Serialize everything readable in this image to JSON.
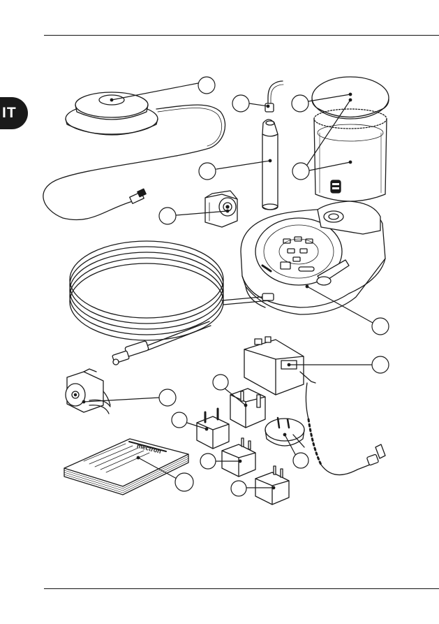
{
  "language_tab": {
    "label": "IT"
  },
  "manual": {
    "brand_label": "mectron"
  },
  "colors": {
    "ink": "#1a1a1a",
    "paper": "#ffffff",
    "tab_bg": "#1a1a1a"
  },
  "callouts": [
    {
      "id": "footswitch",
      "icon": "footswitch-pedal"
    },
    {
      "id": "tip",
      "icon": "insert-tip"
    },
    {
      "id": "tank-lid",
      "icon": "tank-lid"
    },
    {
      "id": "handpiece",
      "icon": "handpiece"
    },
    {
      "id": "tank",
      "icon": "irrigation-tank"
    },
    {
      "id": "pump-cartridge",
      "icon": "peristaltic-pump"
    },
    {
      "id": "control-unit",
      "icon": "control-unit"
    },
    {
      "id": "power-supply",
      "icon": "power-supply"
    },
    {
      "id": "pump-head",
      "icon": "pump-head"
    },
    {
      "id": "plug-uk",
      "icon": "plug-uk"
    },
    {
      "id": "plug-eu",
      "icon": "plug-eu"
    },
    {
      "id": "plug-au",
      "icon": "plug-au"
    },
    {
      "id": "plug-us",
      "icon": "plug-us"
    },
    {
      "id": "plug-us-2",
      "icon": "plug-us-flat"
    },
    {
      "id": "manual",
      "icon": "user-manual"
    }
  ]
}
